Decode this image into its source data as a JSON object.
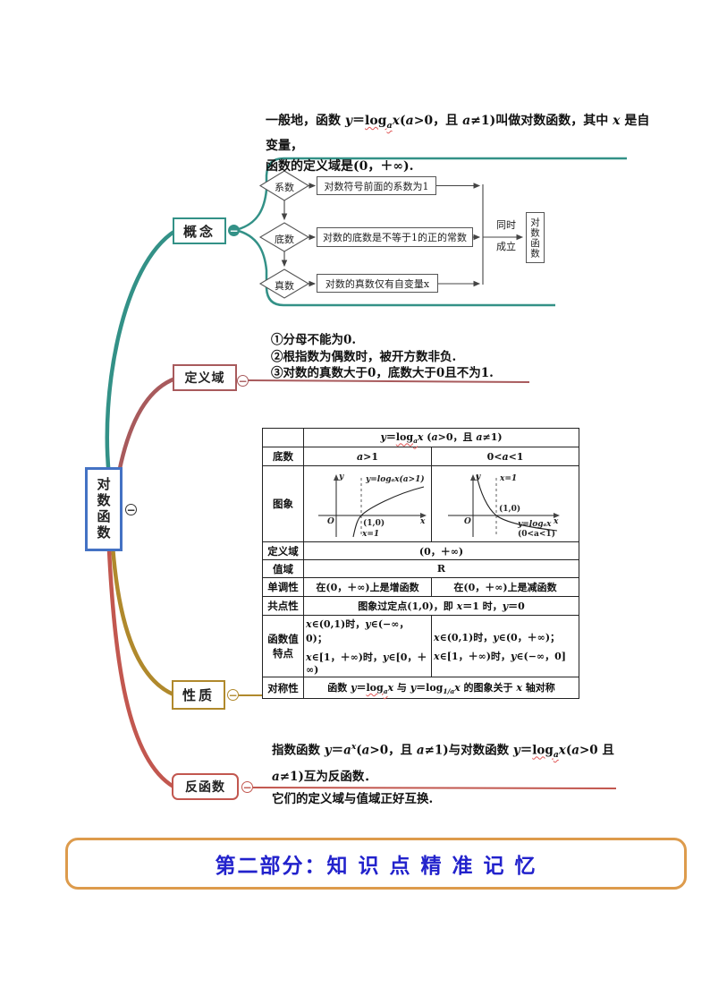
{
  "definition": {
    "line1": [
      {
        "t": "一般地，函数 "
      },
      {
        "t": "y",
        "i": true
      },
      {
        "t": "＝"
      },
      {
        "t": "log",
        "w": true
      },
      {
        "t": "a",
        "sub": true,
        "i": true,
        "w": true
      },
      {
        "t": "x",
        "i": true
      },
      {
        "t": "("
      },
      {
        "t": "a",
        "i": true
      },
      {
        "t": ">0，且 "
      },
      {
        "t": "a",
        "i": true
      },
      {
        "t": "≠1)叫做对数函数，其中 "
      },
      {
        "t": "x",
        "i": true
      },
      {
        "t": " 是自变量，"
      }
    ],
    "line2": "函数的定义域是(0，＋∞)."
  },
  "mindmap": {
    "root": "对数函数",
    "toggle": "−",
    "concept_label": "概念",
    "domain_label": "定义域",
    "properties_label": "性质",
    "inverse_label": "反函数"
  },
  "flowchart": {
    "diamond1": "系数",
    "diamond2": "底数",
    "diamond3": "真数",
    "box1": "对数符号前面的系数为1",
    "box2": "对数的底数是不等于1的正的常数",
    "box3": "对数的真数仅有自变量x",
    "merge_top": "同时",
    "merge_bottom": "成立",
    "result": "对数函数"
  },
  "domain_notes": {
    "n1": "①分母不能为0.",
    "n2": "②根指数为偶数时，被开方数非负.",
    "n3": "③对数的真数大于0，底数大于0且不为1."
  },
  "table": {
    "header": [
      {
        "t": "y",
        "i": true
      },
      {
        "t": "＝"
      },
      {
        "t": "log",
        "w": true
      },
      {
        "t": "a",
        "sub": true,
        "i": true,
        "w": true
      },
      {
        "t": "x",
        "i": true
      },
      {
        "t": " ("
      },
      {
        "t": "a",
        "i": true
      },
      {
        "t": ">0，且 "
      },
      {
        "t": "a",
        "i": true
      },
      {
        "t": "≠1)"
      }
    ],
    "rows": {
      "base_label": "底数",
      "base_gt1": [
        {
          "t": "a",
          "i": true
        },
        {
          "t": ">1"
        }
      ],
      "base_lt1": [
        {
          "t": "0<"
        },
        {
          "t": "a",
          "i": true
        },
        {
          "t": "<1"
        }
      ],
      "graph_label": "图象",
      "domain_label": "定义域",
      "domain_value": "(0，＋∞)",
      "range_label": "值域",
      "range_value": "R",
      "mono_label": "单调性",
      "mono_left": "在(0，＋∞)上是增函数",
      "mono_right": "在(0，＋∞)上是减函数",
      "fixed_label": "共点性",
      "fixed_value": [
        {
          "t": "图象过定点(1,0)，即 "
        },
        {
          "t": "x",
          "i": true
        },
        {
          "t": "＝1 时，"
        },
        {
          "t": "y",
          "i": true
        },
        {
          "t": "＝0"
        }
      ],
      "vals_label1": "函数值",
      "vals_label2": "特点",
      "vals_left1": [
        {
          "t": "x",
          "i": true
        },
        {
          "t": "∈(0,1)时，"
        },
        {
          "t": "y",
          "i": true
        },
        {
          "t": "∈(−∞，0)；"
        }
      ],
      "vals_left2": [
        {
          "t": "x",
          "i": true
        },
        {
          "t": "∈[1，＋∞)时，"
        },
        {
          "t": "y",
          "i": true
        },
        {
          "t": "∈[0，＋∞)"
        }
      ],
      "vals_right1": [
        {
          "t": "x",
          "i": true
        },
        {
          "t": "∈(0,1)时，"
        },
        {
          "t": "y",
          "i": true
        },
        {
          "t": "∈(0，＋∞)；"
        }
      ],
      "vals_right2": [
        {
          "t": "x",
          "i": true
        },
        {
          "t": "∈[1，＋∞)时，"
        },
        {
          "t": "y",
          "i": true
        },
        {
          "t": "∈(−∞，0]"
        }
      ],
      "sym_label": "对称性",
      "sym_value": [
        {
          "t": "函数 "
        },
        {
          "t": "y",
          "i": true
        },
        {
          "t": "＝"
        },
        {
          "t": "log",
          "w": true
        },
        {
          "t": "a",
          "sub": true,
          "i": true,
          "w": true
        },
        {
          "t": "x",
          "i": true
        },
        {
          "t": " 与 "
        },
        {
          "t": "y",
          "i": true
        },
        {
          "t": "＝log"
        },
        {
          "t": "1/a",
          "sub": true
        },
        {
          "t": "x",
          "i": true
        },
        {
          "t": " 的图象关于 "
        },
        {
          "t": "x",
          "i": true
        },
        {
          "t": " 轴对称"
        }
      ]
    },
    "graph1": {
      "ylab": "y",
      "xlab": "x",
      "origin": "O",
      "point": "(1,0)",
      "vline": "x=1",
      "curve": "y=logₐx(a>1)"
    },
    "graph2": {
      "ylab": "y",
      "xlab": "x",
      "origin": "O",
      "point": "(1,0)",
      "vline": "x=1",
      "curve1": "y=logₐx",
      "curve2": "(0<a<1)"
    }
  },
  "inverse": {
    "line1": [
      {
        "t": "指数函数 "
      },
      {
        "t": "y",
        "i": true
      },
      {
        "t": "＝"
      },
      {
        "t": "a",
        "i": true
      },
      {
        "t": "x",
        "sup": true,
        "i": true
      },
      {
        "t": "("
      },
      {
        "t": "a",
        "i": true
      },
      {
        "t": ">0，且 "
      },
      {
        "t": "a",
        "i": true
      },
      {
        "t": "≠1)与对数函数 "
      },
      {
        "t": "y",
        "i": true
      },
      {
        "t": "＝"
      },
      {
        "t": "log",
        "w": true
      },
      {
        "t": "a",
        "sub": true,
        "i": true,
        "w": true
      },
      {
        "t": "x",
        "i": true
      },
      {
        "t": "("
      },
      {
        "t": "a",
        "i": true
      },
      {
        "t": ">0 且 "
      },
      {
        "t": "a",
        "i": true
      },
      {
        "t": "≠1)互为反函数．"
      }
    ],
    "line2": "它们的定义域与值域正好互换."
  },
  "banner": {
    "text": "第二部分：知 识 点 精 准 记 忆"
  },
  "colors": {
    "teal": "#339187",
    "maroon": "#a85a5c",
    "gold": "#b0892c",
    "salmon": "#c2574f",
    "rootblue": "#4472c4",
    "bannerborder": "#dd9b4c",
    "bannertext": "#2222cc"
  }
}
